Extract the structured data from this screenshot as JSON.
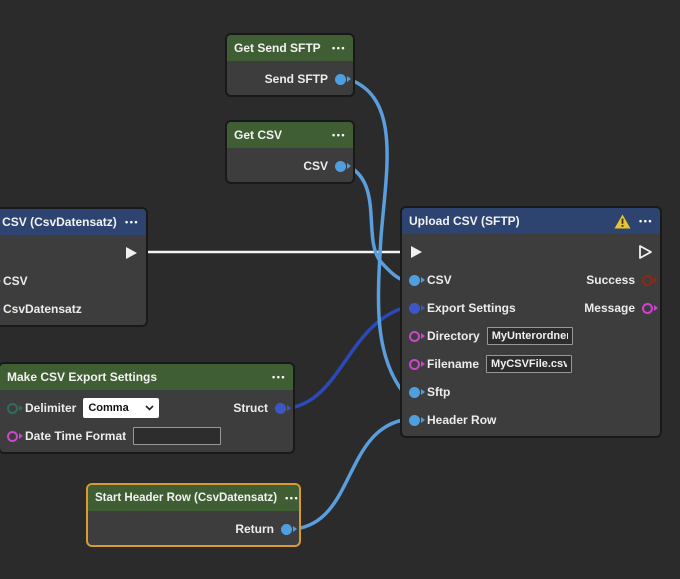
{
  "colors": {
    "background": "#2b2b2b",
    "node_body": "#3d3d3d",
    "header_green": "#3f5e33",
    "header_blue": "#2d4470",
    "wire_white": "#f2f2f2",
    "wire_blue": "#5a9edd",
    "wire_dark_blue": "#2c49b8",
    "port_blue": "#4f9fe0",
    "port_struct_blue": "#3c56c8",
    "port_magenta": "#cf43cf",
    "port_red": "#8b2a1a",
    "port_teal": "#2e6e60",
    "selection_orange": "#d99b2e"
  },
  "nodes": {
    "get_send_sftp": {
      "title": "Get Send SFTP",
      "menu": "•••",
      "outputs": {
        "send_sftp": {
          "label": "Send SFTP"
        }
      }
    },
    "get_csv": {
      "title": "Get CSV",
      "menu": "•••",
      "outputs": {
        "csv": {
          "label": "CSV"
        }
      }
    },
    "to_csv": {
      "title": "To CSV (CsvDatensatz)",
      "menu": "•••",
      "inputs": {
        "csv": {
          "label": "CSV"
        },
        "csv_datensatz": {
          "label": "CsvDatensatz"
        }
      }
    },
    "upload_csv": {
      "title": "Upload CSV (SFTP)",
      "menu": "•••",
      "has_warning": true,
      "inputs": {
        "csv": {
          "label": "CSV"
        },
        "export_settings": {
          "label": "Export Settings"
        },
        "directory": {
          "label": "Directory",
          "value": "MyUnterordner"
        },
        "filename": {
          "label": "Filename",
          "value": "MyCSVFile.csv"
        },
        "sftp": {
          "label": "Sftp"
        },
        "header_row": {
          "label": "Header Row"
        }
      },
      "outputs": {
        "success": {
          "label": "Success"
        },
        "message": {
          "label": "Message"
        }
      }
    },
    "make_csv_export_settings": {
      "title": "Make CSV Export Settings",
      "menu": "•••",
      "inputs": {
        "delimiter": {
          "label": "Delimiter",
          "value": "Comma"
        },
        "date_time_format": {
          "label": "Date Time Format",
          "value": ""
        }
      },
      "outputs": {
        "struct": {
          "label": "Struct"
        }
      }
    },
    "start_header_row": {
      "title": "Start Header Row (CsvDatensatz)",
      "menu": "•••",
      "selected": true,
      "outputs": {
        "return": {
          "label": "Return"
        }
      }
    }
  },
  "wires": {
    "exec_to_upload": {
      "from": "to_csv.exec_out",
      "to": "upload_csv.exec_in",
      "color": "#f2f2f2"
    },
    "send_sftp_to_sftp": {
      "from": "get_send_sftp.send_sftp",
      "to": "upload_csv.sftp",
      "color": "#5a9edd"
    },
    "csv_to_csv": {
      "from": "get_csv.csv",
      "to": "upload_csv.csv",
      "color": "#5a9edd"
    },
    "struct_to_export_settings": {
      "from": "make_csv_export_settings.struct",
      "to": "upload_csv.export_settings",
      "color": "#2c49b8"
    },
    "return_to_header_row": {
      "from": "start_header_row.return",
      "to": "upload_csv.header_row",
      "color": "#5a9edd"
    }
  }
}
